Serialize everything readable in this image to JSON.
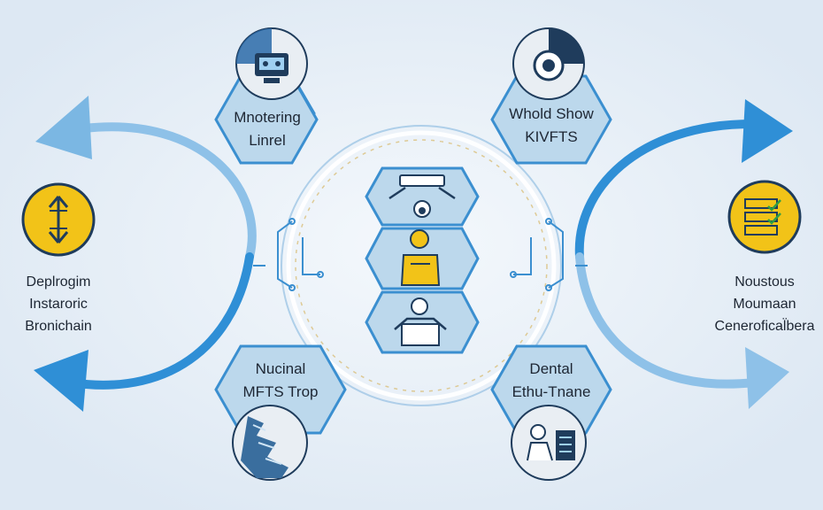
{
  "colors": {
    "background": "#e6eef6",
    "hex_fill": "#bcd8ec",
    "hex_stroke": "#3b8fd0",
    "arrow_blue": "#2f8fd6",
    "arrow_light": "#8ec1e8",
    "icon_yellow": "#f2c318",
    "icon_navy": "#1f3c5c"
  },
  "left_node": {
    "icon": "up-down-arrows-icon",
    "lines": [
      "Deplrogim",
      "Instaroric",
      "Bronichain"
    ]
  },
  "right_node": {
    "icon": "checklist-icon",
    "lines": [
      "Noustous",
      "Moumaan",
      "Cenerofical̈bera"
    ]
  },
  "hexagons": {
    "top_left": {
      "lines": [
        "Mnotering",
        "Linrel"
      ],
      "icon": "robot-monitor-icon"
    },
    "top_right": {
      "lines": [
        "Whold Show",
        "KIVFTS"
      ],
      "icon": "camera-lens-icon"
    },
    "bottom_left": {
      "lines": [
        "Nucinal",
        "MFTS Trop"
      ],
      "icon": "data-map-icon"
    },
    "bottom_right": {
      "lines": [
        "Dental",
        "Ethu-Tnane"
      ],
      "icon": "worker-desk-icon"
    }
  },
  "center_stack": {
    "icons": [
      "dental-chair-icon",
      "person-yellow-icon",
      "patient-icon"
    ]
  }
}
